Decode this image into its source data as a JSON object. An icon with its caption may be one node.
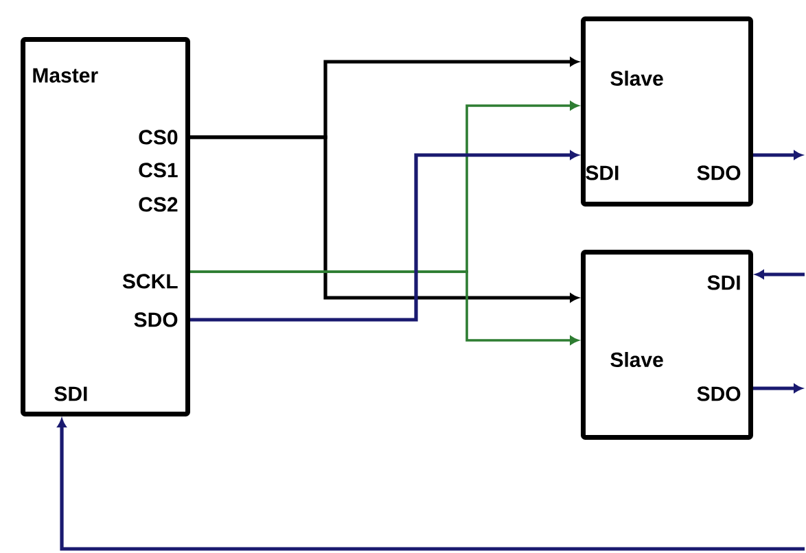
{
  "diagram": {
    "nodes": [
      {
        "text": [
          "Master",
          "CS0",
          "CS1",
          "CS2",
          "SCKL",
          "SDO",
          "SDI"
        ]
      },
      {
        "text": [
          "Slave",
          "SDI",
          "SDO"
        ]
      },
      {
        "text": [
          "SDI",
          "Slave",
          "SDO"
        ]
      }
    ],
    "edges": [
      {
        "from": 0,
        "to": 1,
        "arrow": "to",
        "color": "#000000"
      },
      {
        "from": 0,
        "to": 2,
        "arrow": "to",
        "color": "#000000"
      },
      {
        "from": 0,
        "to": 1,
        "arrow": "to",
        "color": "#2e7d32"
      },
      {
        "from": 0,
        "to": 2,
        "arrow": "to",
        "color": "#2e7d32"
      },
      {
        "from": 0,
        "to": 1,
        "arrow": "to"
      },
      {
        "from": 1,
        "to": null,
        "arrow": "to"
      },
      {
        "from": null,
        "to": 2,
        "arrow": "to"
      },
      {
        "from": 2,
        "to": null,
        "arrow": "to"
      },
      {
        "from": null,
        "to": 0,
        "arrow": "to"
      }
    ]
  }
}
